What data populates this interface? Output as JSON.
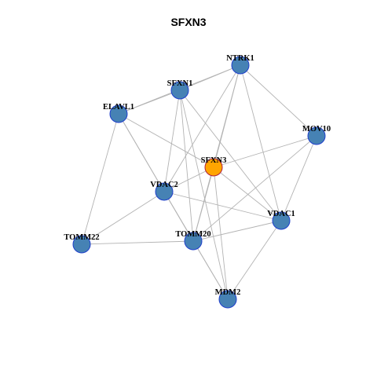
{
  "title": "SFXN3",
  "colors": {
    "edge": "#b3b3b3",
    "node_fill": "#4682b4",
    "node_stroke": "#1f3fcc",
    "center_fill": "#ffa500",
    "center_stroke": "#b0203a"
  },
  "network": {
    "nodes": [
      {
        "id": "NTRK1",
        "center": false
      },
      {
        "id": "SFXN1",
        "center": false
      },
      {
        "id": "ELAVL1",
        "center": false
      },
      {
        "id": "MOV10",
        "center": false
      },
      {
        "id": "SFXN3",
        "center": true
      },
      {
        "id": "VDAC2",
        "center": false
      },
      {
        "id": "VDAC1",
        "center": false
      },
      {
        "id": "TOMM22",
        "center": false
      },
      {
        "id": "TOMM20",
        "center": false
      },
      {
        "id": "MDM2",
        "center": false
      }
    ],
    "edges": [
      [
        "NTRK1",
        "SFXN1"
      ],
      [
        "NTRK1",
        "ELAVL1"
      ],
      [
        "NTRK1",
        "MOV10"
      ],
      [
        "NTRK1",
        "SFXN3"
      ],
      [
        "NTRK1",
        "VDAC2"
      ],
      [
        "NTRK1",
        "VDAC1"
      ],
      [
        "NTRK1",
        "TOMM20"
      ],
      [
        "SFXN1",
        "ELAVL1"
      ],
      [
        "SFXN1",
        "VDAC2"
      ],
      [
        "SFXN1",
        "TOMM20"
      ],
      [
        "SFXN1",
        "MDM2"
      ],
      [
        "SFXN1",
        "VDAC1"
      ],
      [
        "ELAVL1",
        "SFXN3"
      ],
      [
        "ELAVL1",
        "VDAC2"
      ],
      [
        "ELAVL1",
        "TOMM22"
      ],
      [
        "ELAVL1",
        "TOMM20"
      ],
      [
        "MOV10",
        "SFXN3"
      ],
      [
        "MOV10",
        "VDAC1"
      ],
      [
        "MOV10",
        "TOMM20"
      ],
      [
        "SFXN3",
        "VDAC2"
      ],
      [
        "SFXN3",
        "VDAC1"
      ],
      [
        "SFXN3",
        "TOMM20"
      ],
      [
        "SFXN3",
        "MDM2"
      ],
      [
        "VDAC2",
        "TOMM22"
      ],
      [
        "VDAC2",
        "VDAC1"
      ],
      [
        "VDAC2",
        "MDM2"
      ],
      [
        "VDAC2",
        "TOMM20"
      ],
      [
        "VDAC1",
        "TOMM20"
      ],
      [
        "VDAC1",
        "MDM2"
      ],
      [
        "TOMM22",
        "TOMM20"
      ],
      [
        "TOMM20",
        "MDM2"
      ]
    ]
  }
}
